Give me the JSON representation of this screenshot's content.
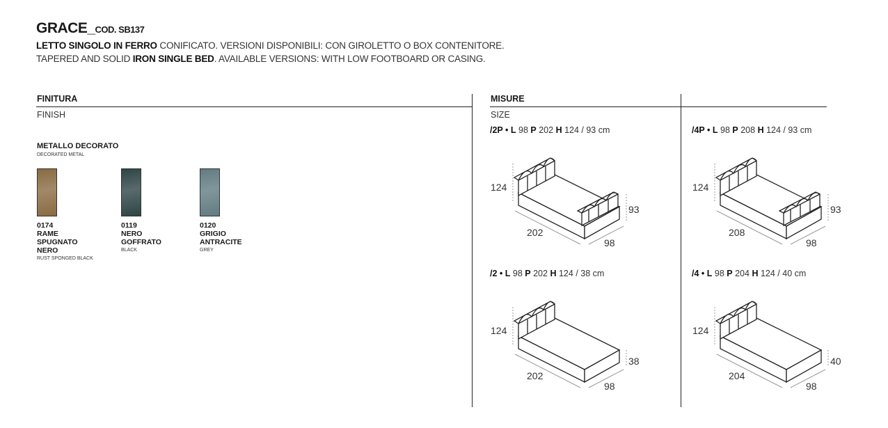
{
  "header": {
    "name": "GRACE_",
    "code": "COD. SB137",
    "line_it_bold": "LETTO SINGOLO IN FERRO",
    "line_it_rest": " CONIFICATO. VERSIONI DISPONIBILI: CON GIROLETTO O BOX CONTENITORE.",
    "line_en_pre": "TAPERED AND SOLID ",
    "line_en_bold": "IRON SINGLE BED",
    "line_en_rest": ". AVAILABLE VERSIONS: WITH LOW FOOTBOARD OR CASING."
  },
  "finish": {
    "heading": "FINITURA",
    "subheading": "FINISH",
    "family": "METALLO DECORATO",
    "family_en": "DECORATED METAL",
    "swatches": [
      {
        "code_name": "0174\nRAME\nSPUGNATO\nNERO",
        "en": "RUST SPONGED BLACK",
        "color": "#8a6b42"
      },
      {
        "code_name": "0119\nNERO\nGOFFRATO",
        "en": "BLACK",
        "color": "#2f4546"
      },
      {
        "code_name": "0120\nGRIGIO\nANTRACITE",
        "en": "GREY",
        "color": "#627c82"
      }
    ]
  },
  "size": {
    "heading": "MISURE",
    "subheading": "SIZE",
    "versions": [
      {
        "code": "/2P",
        "L": "98",
        "P": "202",
        "H": "124 / 93 cm",
        "height": "124",
        "length": "202",
        "width": "98",
        "foot": "93"
      },
      {
        "code": "/4P",
        "L": "98",
        "P": "208",
        "H": "124 / 93 cm",
        "height": "124",
        "length": "208",
        "width": "98",
        "foot": "93"
      },
      {
        "code": "/2",
        "L": "98",
        "P": "202",
        "H": "124 / 38 cm",
        "height": "124",
        "length": "202",
        "width": "98",
        "foot": "38"
      },
      {
        "code": "/4",
        "L": "98",
        "P": "204",
        "H": "124 / 40 cm",
        "height": "124",
        "length": "204",
        "width": "98",
        "foot": "40"
      }
    ],
    "labels": {
      "bullet": " • ",
      "L": "L",
      "P": "P",
      "H": "H"
    }
  }
}
